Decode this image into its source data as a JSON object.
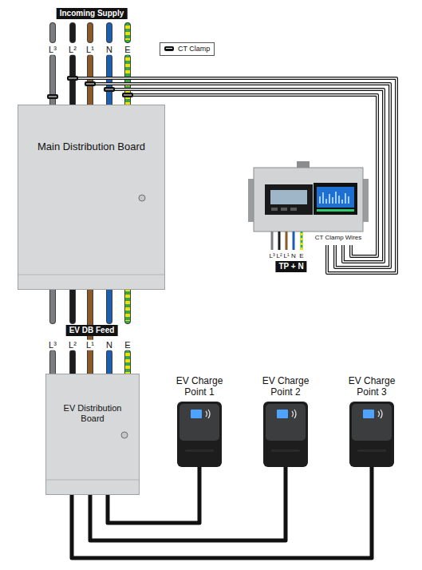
{
  "diagram": {
    "nodes": [
      {
        "text": [
          "Main Distribution Board"
        ]
      },
      {
        "text": [
          "EV Distribution Board"
        ]
      },
      {
        "text": [
          "EV Charge Point 1"
        ]
      },
      {
        "text": [
          "EV Charge Point 2"
        ]
      },
      {
        "text": [
          "EV Charge Point 3"
        ]
      }
    ],
    "edges": [
      {
        "from": 0,
        "to": 1,
        "arrow": "none",
        "label": "EV DB Feed"
      },
      {
        "from": 1,
        "to": 2,
        "arrow": "none"
      },
      {
        "from": 1,
        "to": 3,
        "arrow": "none"
      },
      {
        "from": 1,
        "to": 4,
        "arrow": "none"
      }
    ],
    "labels": [
      "Incoming Supply",
      "L³",
      "L²",
      "L¹",
      "N",
      "E",
      "L³",
      "L²",
      "L¹",
      "N",
      "E",
      "TP + N",
      "CT Clamp Wires",
      "L³",
      "L²",
      "L¹",
      "N",
      "E"
    ],
    "legend": [
      {
        "text": "CT Clamp"
      }
    ]
  }
}
